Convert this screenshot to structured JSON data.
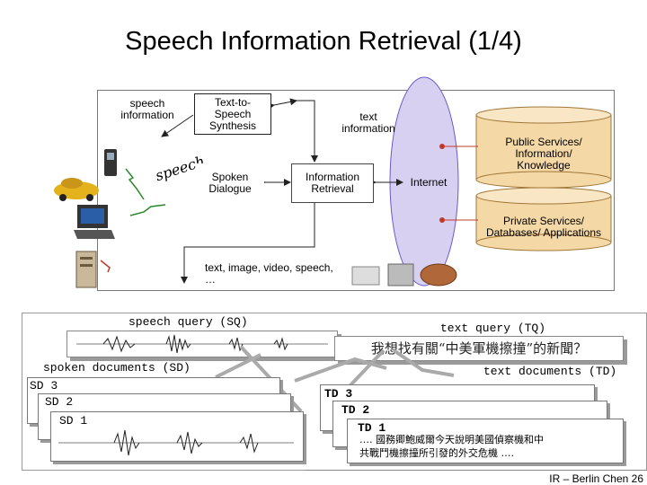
{
  "title": "Speech Information Retrieval (1/4)",
  "diagram": {
    "speech_information": "speech\ninformation",
    "tts": "Text-to-\nSpeech\nSynthesis",
    "text_information": "text\ninformation",
    "speech_word": "speech",
    "spoken_dialogue": "Spoken\nDialogue",
    "information_retrieval": "Information\nRetrieval",
    "internet": "Internet",
    "public_services": "Public Services/\nInformation/\nKnowledge",
    "private_services": "Private Services/\nDatabases/ Applications",
    "media": "text, image, video, speech,\n…"
  },
  "retrieval": {
    "speech_query": "speech query (SQ)",
    "text_query": "text query (TQ)",
    "text_query_content": "我想找有關“中美軍機擦撞”的新聞？",
    "spoken_documents": "spoken documents (SD)",
    "text_documents": "text documents (TD)",
    "sd3": "SD 3",
    "sd2": "SD 2",
    "sd1": "SD 1",
    "td3": "TD 3",
    "td2": "TD 2",
    "td1": "TD 1",
    "td1_content": "…. 國務卿鮑威爾今天說明美國偵察機和中\n共戰鬥機擦撞所引發的外交危機 …."
  },
  "footer": "IR – Berlin Chen 26",
  "colors": {
    "ellipse": "#d8d0f0",
    "cylinder": "#f4d8a6",
    "accent_red": "#c0392b",
    "panel_shadow": "#9a9a9a"
  }
}
